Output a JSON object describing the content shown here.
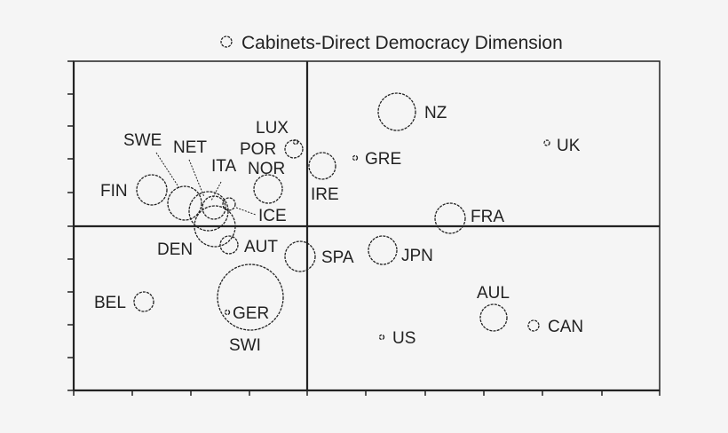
{
  "chart_data": {
    "type": "scatter",
    "subtype": "bubble",
    "title": "",
    "legend": [
      {
        "symbol": "hollow-circle",
        "label": "Cabinets-Direct Democracy Dimension"
      }
    ],
    "legend_position": "top",
    "xlabel": "",
    "ylabel": "",
    "xlim": [
      -4,
      6
    ],
    "ylim": [
      -5,
      5
    ],
    "x_ticks": [
      -4,
      -3,
      -2,
      -1,
      0,
      1,
      2,
      3,
      4,
      5,
      6
    ],
    "y_ticks": [
      -5,
      -4,
      -3,
      -2,
      -1,
      0,
      1,
      2,
      3,
      4,
      5
    ],
    "tick_labels_shown": false,
    "grid": false,
    "reference_lines": {
      "x": 0,
      "y": 0
    },
    "points": [
      {
        "label": "NZ",
        "x": 1.53,
        "y": 3.48,
        "size": 21
      },
      {
        "label": "UK",
        "x": 4.09,
        "y": 2.53,
        "size": 3
      },
      {
        "label": "GRE",
        "x": 0.82,
        "y": 2.08,
        "size": 2.5
      },
      {
        "label": "IRE",
        "x": 0.26,
        "y": 1.83,
        "size": 15
      },
      {
        "label": "LUX",
        "x": -0.2,
        "y": 2.45,
        "size": 2.5
      },
      {
        "label": "POR",
        "x": -0.23,
        "y": 2.35,
        "size": 10
      },
      {
        "label": "NOR",
        "x": -0.67,
        "y": 1.13,
        "size": 16
      },
      {
        "label": "FIN",
        "x": -2.65,
        "y": 1.1,
        "size": 17
      },
      {
        "label": "SWE",
        "x": -2.09,
        "y": 0.7,
        "size": 19
      },
      {
        "label": "NET",
        "x": -1.68,
        "y": 0.51,
        "size": 22
      },
      {
        "label": "ITA",
        "x": -1.59,
        "y": 0.57,
        "size": 13
      },
      {
        "label": "ICE",
        "x": -1.33,
        "y": 0.67,
        "size": 7
      },
      {
        "label": "DEN",
        "x": -1.61,
        "y": 0.0,
        "size": 23
      },
      {
        "label": "AUT",
        "x": -1.33,
        "y": -0.57,
        "size": 10
      },
      {
        "label": "FRA",
        "x": 2.44,
        "y": 0.24,
        "size": 17
      },
      {
        "label": "SPA",
        "x": -0.12,
        "y": -0.92,
        "size": 17
      },
      {
        "label": "JPN",
        "x": 1.29,
        "y": -0.73,
        "size": 16
      },
      {
        "label": "BEL",
        "x": -2.79,
        "y": -2.26,
        "size": 11
      },
      {
        "label": "SWI",
        "x": -0.97,
        "y": -2.16,
        "size": 37
      },
      {
        "label": "GER",
        "x": -1.36,
        "y": -2.61,
        "size": 2.5
      },
      {
        "label": "AUL",
        "x": 3.18,
        "y": -2.78,
        "size": 15
      },
      {
        "label": "CAN",
        "x": 3.86,
        "y": -3.02,
        "size": 6
      },
      {
        "label": "US",
        "x": 1.27,
        "y": -3.37,
        "size": 2.5
      }
    ]
  },
  "legend": {
    "label": "Cabinets-Direct Democracy Dimension"
  },
  "labels": {
    "NZ": "NZ",
    "UK": "UK",
    "GRE": "GRE",
    "IRE": "IRE",
    "LUX": "LUX",
    "POR": "POR",
    "NOR": "NOR",
    "FIN": "FIN",
    "SWE": "SWE",
    "NET": "NET",
    "ITA": "ITA",
    "ICE": "ICE",
    "DEN": "DEN",
    "AUT": "AUT",
    "FRA": "FRA",
    "SPA": "SPA",
    "JPN": "JPN",
    "BEL": "BEL",
    "SWI": "SWI",
    "GER": "GER",
    "AUL": "AUL",
    "CAN": "CAN",
    "US": "US"
  },
  "colors": {
    "ink": "#222222",
    "background": "#f5f5f5"
  }
}
